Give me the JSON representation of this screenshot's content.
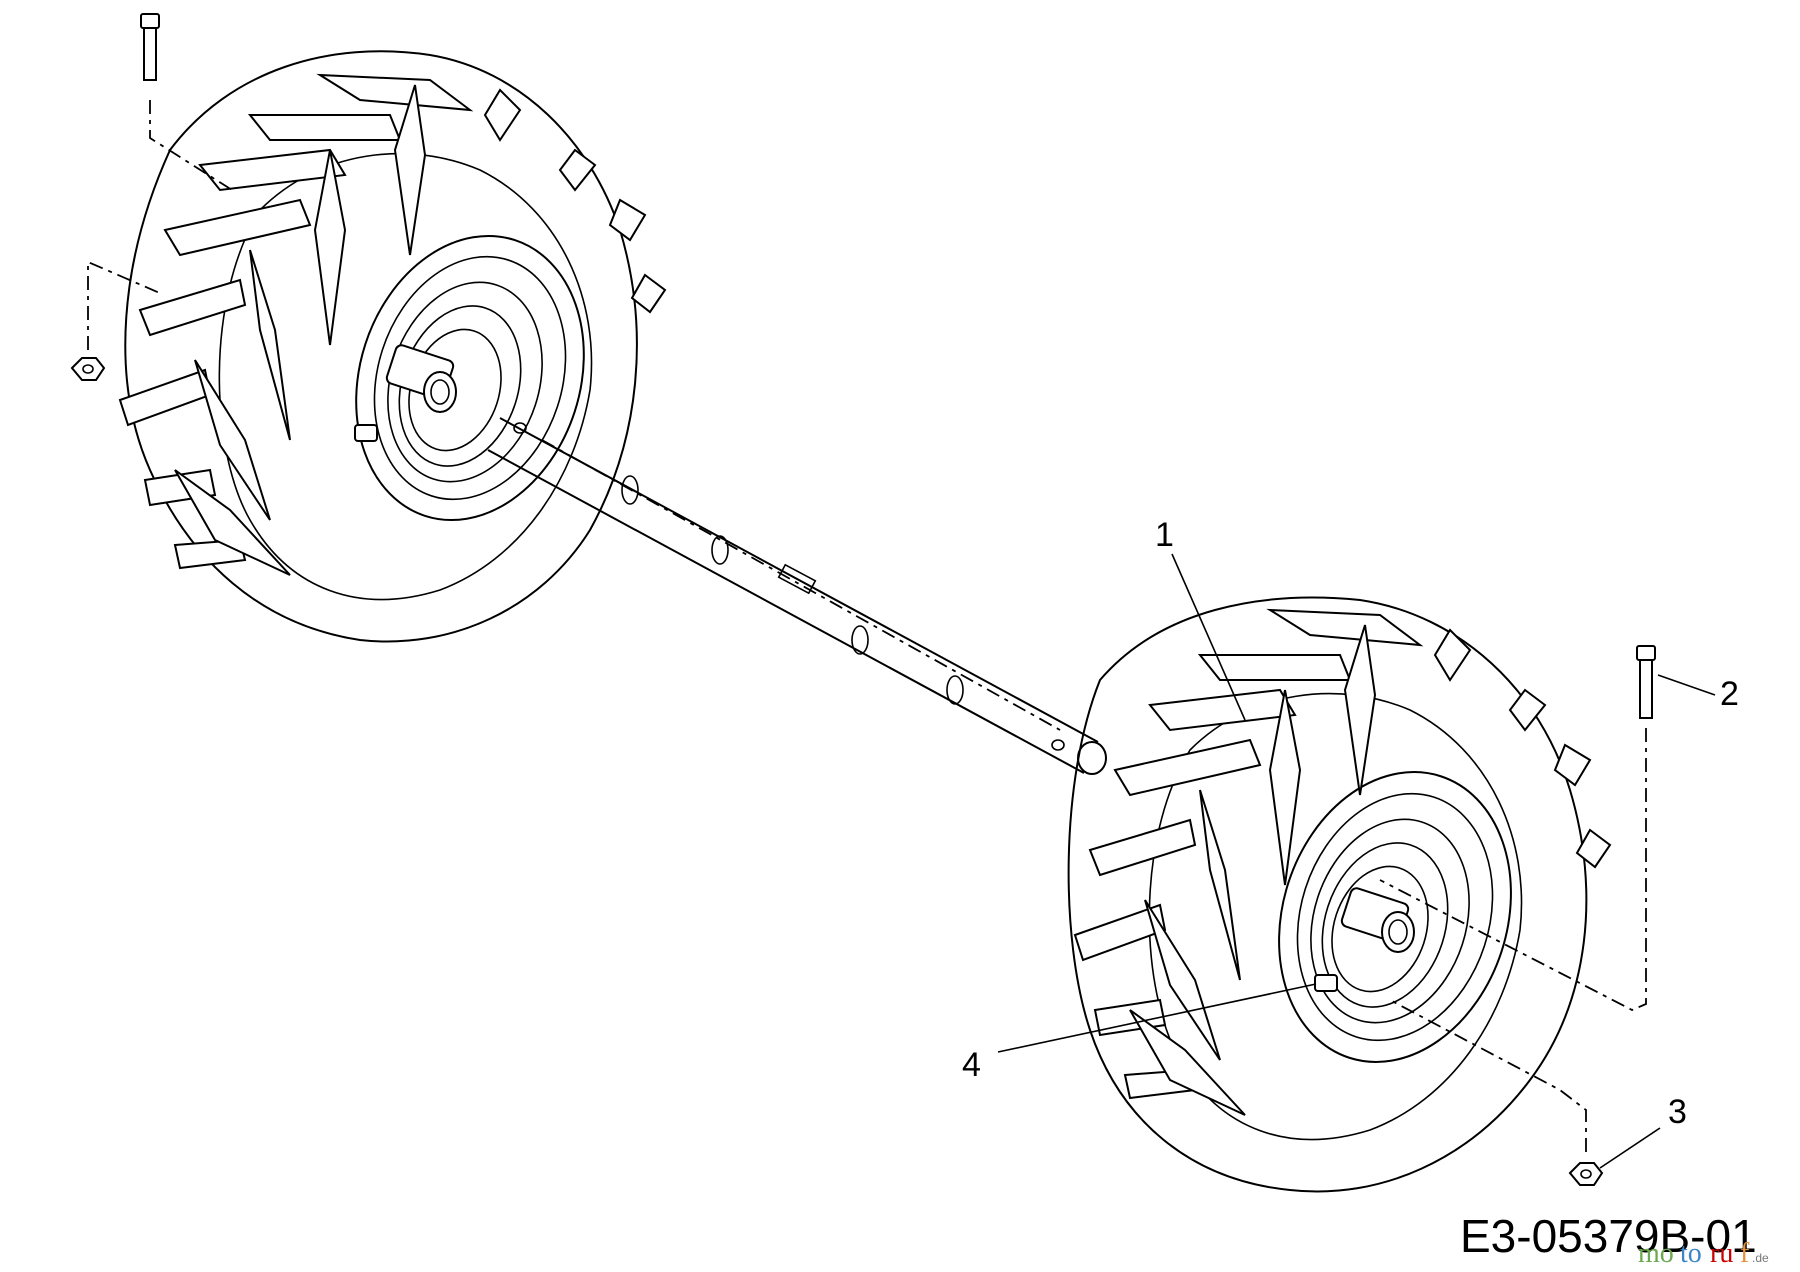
{
  "callouts": [
    {
      "number": "1",
      "part": "wheel"
    },
    {
      "number": "2",
      "part": "bolt"
    },
    {
      "number": "3",
      "part": "nut"
    },
    {
      "number": "4",
      "part": "valve"
    }
  ],
  "drawing_code": "E3-05379B-01",
  "watermark": {
    "name": "motoruf",
    "suffix": ".de",
    "colors": [
      "#6aa84f",
      "#3d85c6",
      "#cc0000",
      "#e69138"
    ]
  }
}
